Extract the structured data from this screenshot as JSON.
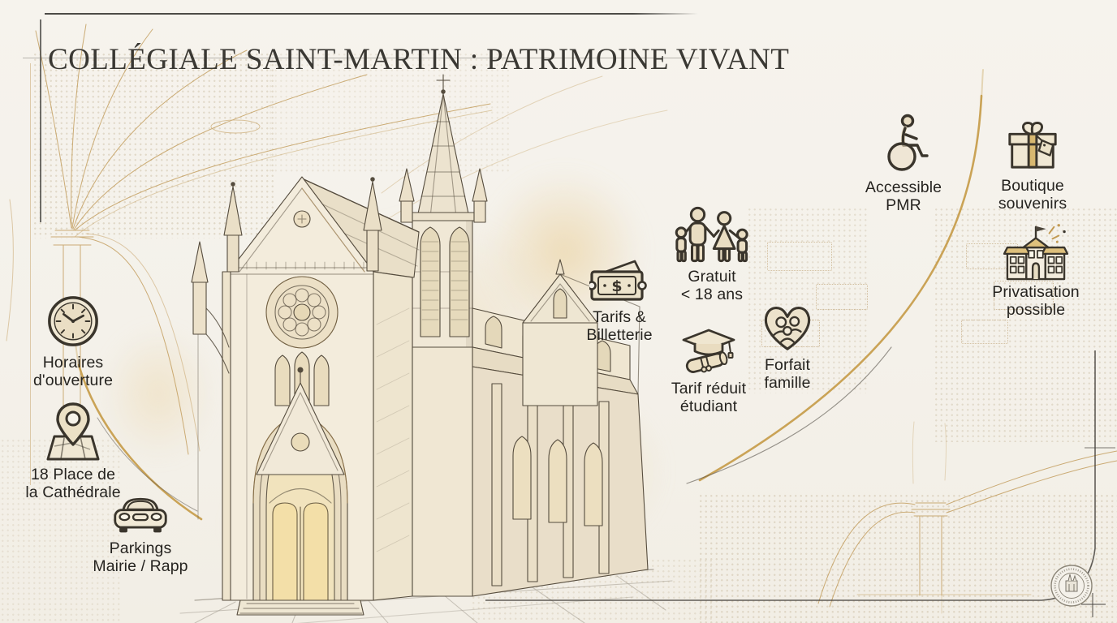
{
  "title": "COLLÉGIALE SAINT-MARTIN : PATRIMOINE VIVANT",
  "items": [
    {
      "id": "horaires",
      "icon": "clock-icon",
      "label": "Horaires d'ouverture",
      "lines": [
        "Horaires",
        "d'ouverture"
      ]
    },
    {
      "id": "adresse",
      "icon": "map-pin-icon",
      "label": "18 Place de la Cathédrale",
      "lines": [
        "18 Place de",
        "la Cathédrale"
      ]
    },
    {
      "id": "parkings",
      "icon": "car-icon",
      "label": "Parkings Mairie / Rapp",
      "lines": [
        "Parkings",
        "Mairie / Rapp"
      ]
    },
    {
      "id": "tarifs",
      "icon": "ticket-icon",
      "label": "Tarifs & Billetterie",
      "lines": [
        "Tarifs &",
        "Billetterie"
      ]
    },
    {
      "id": "gratuit",
      "icon": "family-icon",
      "label": "Gratuit < 18 ans",
      "lines": [
        "Gratuit",
        "< 18 ans"
      ]
    },
    {
      "id": "etudiant",
      "icon": "graduation-cap-icon",
      "label": "Tarif réduit étudiant",
      "lines": [
        "Tarif réduit",
        "étudiant"
      ]
    },
    {
      "id": "famille",
      "icon": "heart-family-icon",
      "label": "Forfait famille",
      "lines": [
        "Forfait",
        "famille"
      ]
    },
    {
      "id": "pmr",
      "icon": "wheelchair-icon",
      "label": "Accessible PMR",
      "lines": [
        "Accessible",
        "PMR"
      ]
    },
    {
      "id": "boutique",
      "icon": "gift-icon",
      "label": "Boutique souvenirs",
      "lines": [
        "Boutique",
        "souvenirs"
      ]
    },
    {
      "id": "privatisation",
      "icon": "event-building-icon",
      "label": "Privatisation possible",
      "lines": [
        "Privatisation",
        "possible"
      ]
    }
  ],
  "illustration_subject": "Collégiale Saint-Martin — dessin à la plume et aquarelle d'une église gothique avec flèche",
  "seal": "sceau circulaire de la collégiale",
  "colors": {
    "background": "#f4f1ea",
    "ink": "#3a352c",
    "title_ink": "#3a3833",
    "accent_gold": "#c79e4e",
    "icon_fill": "#ece1c6",
    "wash": "#e9ce96"
  }
}
